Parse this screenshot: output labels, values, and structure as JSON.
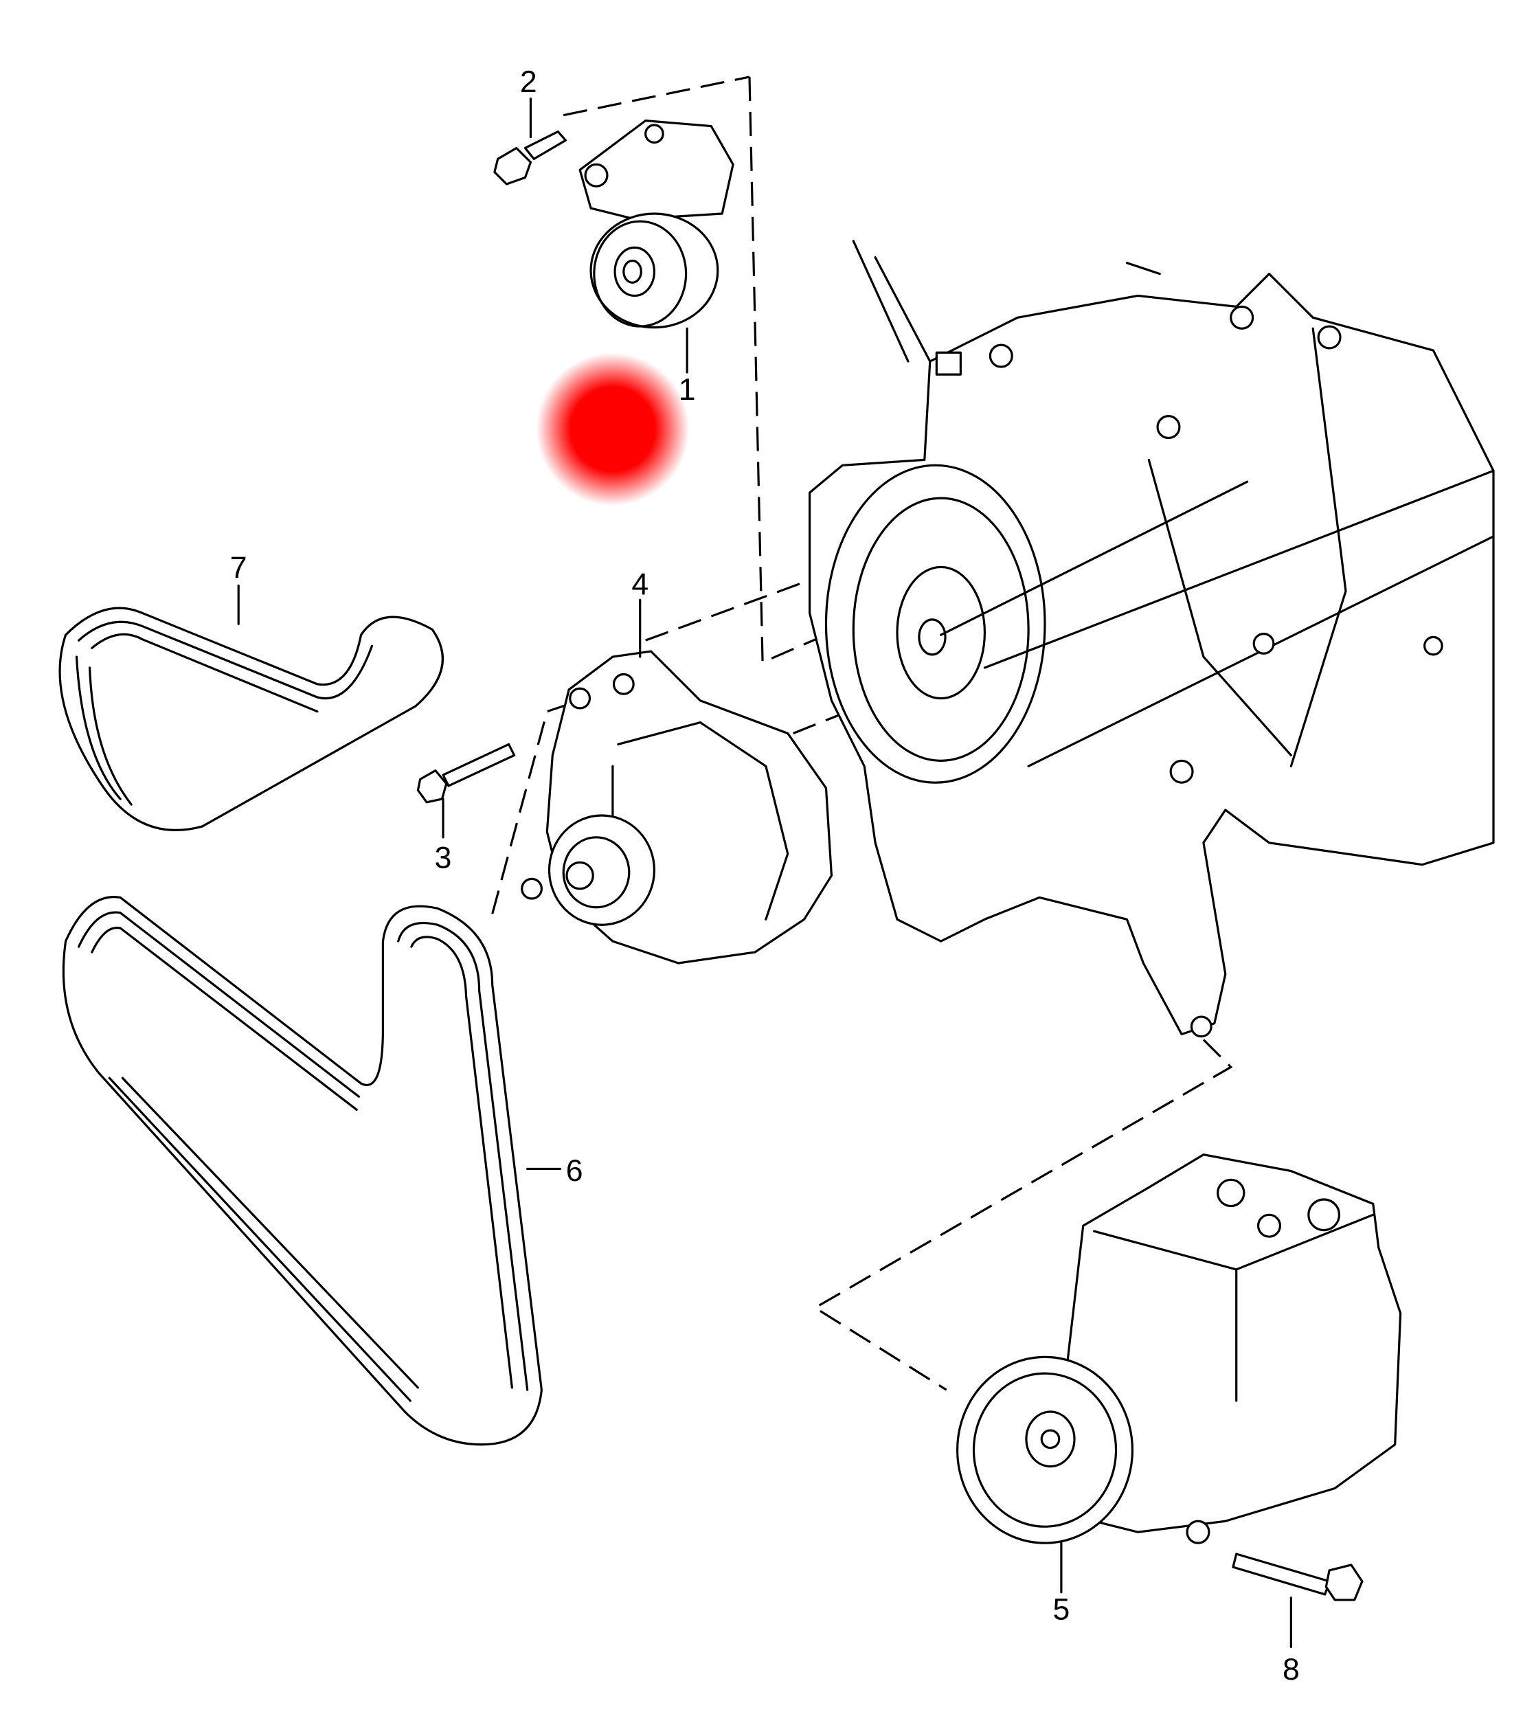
{
  "diagram": {
    "callouts": [
      {
        "id": "1",
        "label": "1",
        "part": "tensioner"
      },
      {
        "id": "2",
        "label": "2",
        "part": "tensioner-bolt"
      },
      {
        "id": "3",
        "label": "3",
        "part": "alternator-bolt"
      },
      {
        "id": "4",
        "label": "4",
        "part": "alternator"
      },
      {
        "id": "5",
        "label": "5",
        "part": "ac-compressor"
      },
      {
        "id": "6",
        "label": "6",
        "part": "ribbed-belt-long"
      },
      {
        "id": "7",
        "label": "7",
        "part": "ribbed-belt-short"
      },
      {
        "id": "8",
        "label": "8",
        "part": "compressor-bolt"
      }
    ],
    "marker_color": "#ff0000"
  }
}
